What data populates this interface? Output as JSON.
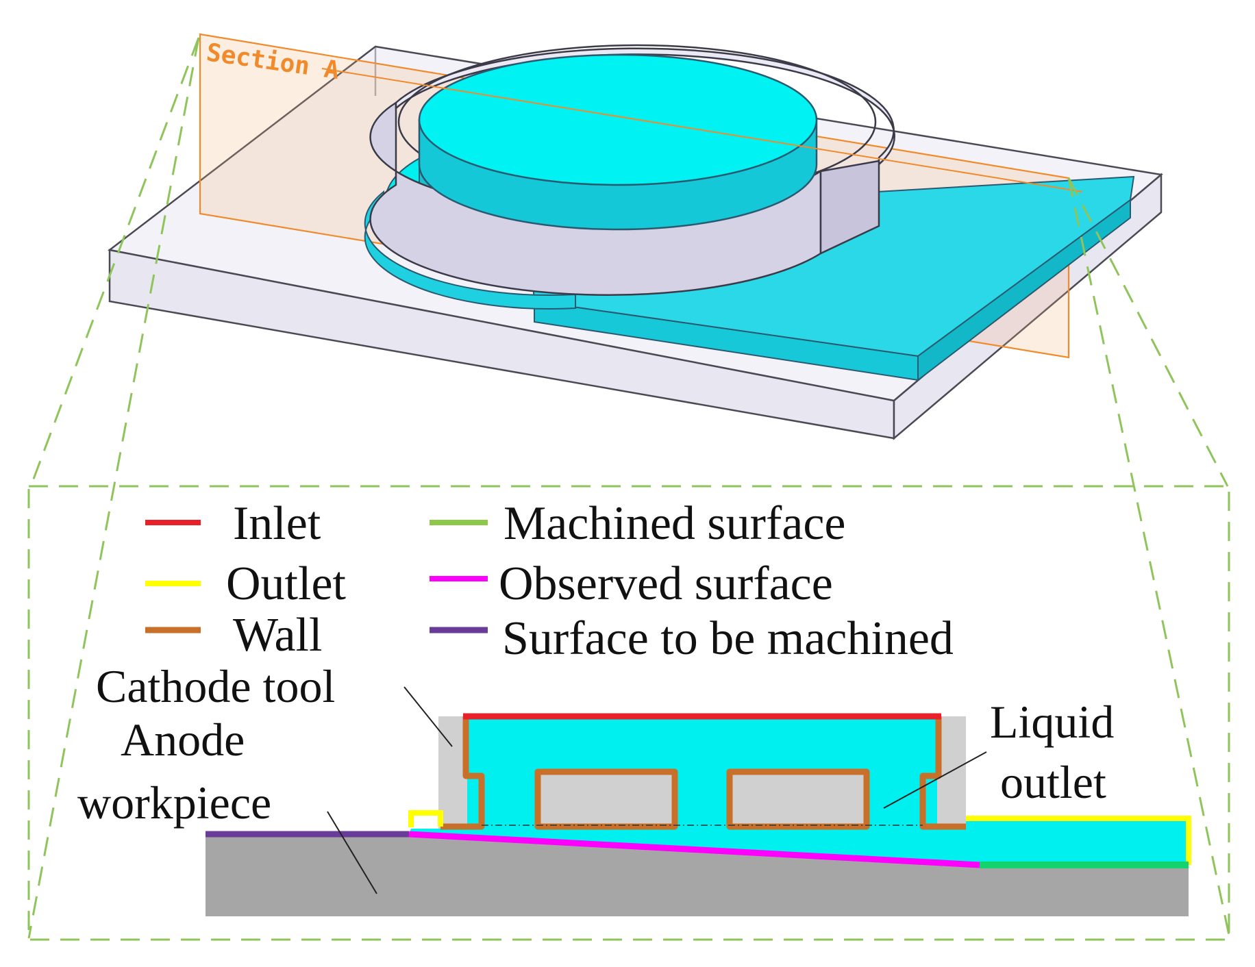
{
  "section_label": "Section A",
  "legend": {
    "inlet": "Inlet",
    "outlet": "Outlet",
    "wall": "Wall",
    "machined_surface": "Machined surface",
    "observed_surface": "Observed surface",
    "surface_to_be_machined": "Surface to be machined"
  },
  "labels": {
    "cathode_tool": "Cathode tool",
    "anode_line1": "Anode",
    "anode_line2": "workpiece",
    "liquid_line1": "Liquid",
    "liquid_line2": "outlet"
  },
  "colors": {
    "inlet": "#e8202a",
    "outlet": "#ffff00",
    "wall": "#c8702a",
    "machined_surface": "#8dc84a",
    "machined_surface_boundary": "#14d36e",
    "observed_surface": "#ff00ff",
    "surface_to_be_machined": "#6a3c9a",
    "fluid": "#00f0f0",
    "cathode": "#d0d0d0",
    "workpiece": "#a6a6a6",
    "section_plane": "#f08a2a",
    "dashed_frame": "#8fc45a"
  }
}
